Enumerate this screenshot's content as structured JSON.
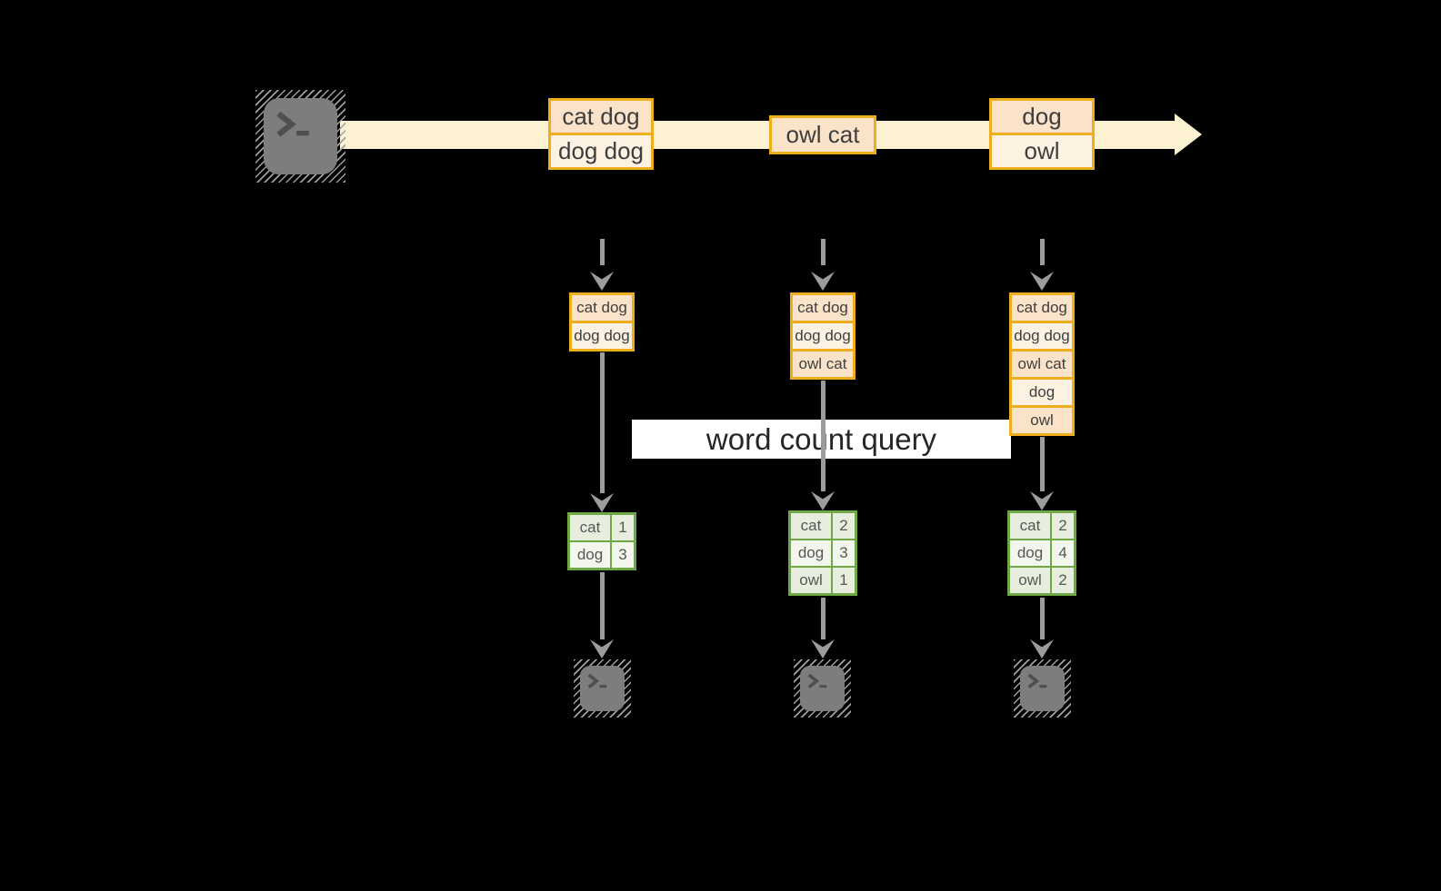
{
  "palette": {
    "background": "#000000",
    "stream_arrow": "#fcf2d2",
    "record_border": "#f0ae1e",
    "record_fill_dark": "#fae3c8",
    "record_fill_light": "#fdf2e2",
    "table_border": "#6fa845",
    "table_fill_dark": "#e7eedd",
    "table_fill_light": "#f2f6ec",
    "arrow_gray": "#9c9c9c",
    "terminal_gray": "#7d7d7d"
  },
  "stream": {
    "records": [
      {
        "cells": [
          "cat dog",
          "dog dog"
        ]
      },
      {
        "cells": [
          "owl cat"
        ]
      },
      {
        "cells": [
          "dog",
          "owl"
        ]
      }
    ]
  },
  "query": {
    "label": "word count query"
  },
  "columns": [
    {
      "buffer": [
        "cat dog",
        "dog dog"
      ],
      "counts": [
        {
          "word": "cat",
          "count": "1"
        },
        {
          "word": "dog",
          "count": "3"
        }
      ]
    },
    {
      "buffer": [
        "cat dog",
        "dog dog",
        "owl cat"
      ],
      "counts": [
        {
          "word": "cat",
          "count": "2"
        },
        {
          "word": "dog",
          "count": "3"
        },
        {
          "word": "owl",
          "count": "1"
        }
      ]
    },
    {
      "buffer": [
        "cat dog",
        "dog dog",
        "owl cat",
        "dog",
        "owl"
      ],
      "counts": [
        {
          "word": "cat",
          "count": "2"
        },
        {
          "word": "dog",
          "count": "4"
        },
        {
          "word": "owl",
          "count": "2"
        }
      ]
    }
  ]
}
